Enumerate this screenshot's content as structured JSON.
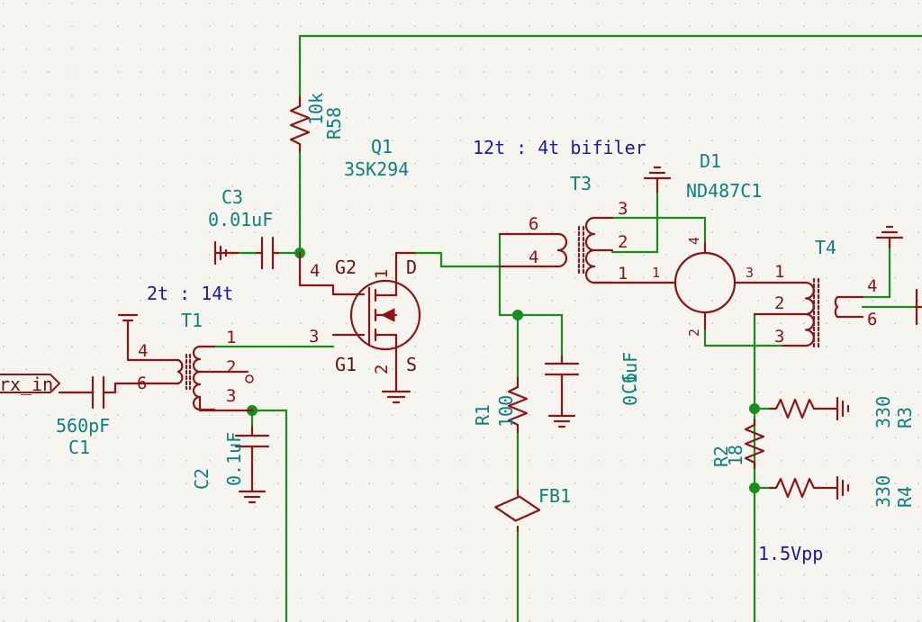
{
  "schematic": {
    "net_labels": {
      "rx_in": "rx_in",
      "ratio_t1": "2t : 14t",
      "ratio_t3": "12t : 4t bifiler",
      "level": "1.5Vpp"
    },
    "components": {
      "R58": {
        "ref": "R58",
        "value": "10k"
      },
      "Q1": {
        "ref": "Q1",
        "value": "3SK294",
        "pins": {
          "g2": "G2",
          "d": "D",
          "g1": "G1",
          "s": "S",
          "n4": "4",
          "n1": "1",
          "n3": "3",
          "n2": "2"
        }
      },
      "C3": {
        "ref": "C3",
        "value": "0.01uF"
      },
      "C1": {
        "ref": "C1",
        "value": "560pF"
      },
      "C2": {
        "ref": "C2",
        "value": "0.1uF"
      },
      "T1": {
        "ref": "T1",
        "pins": {
          "p4": "4",
          "p6": "6",
          "p1": "1",
          "p2": "2",
          "p3": "3"
        }
      },
      "T3": {
        "ref": "T3",
        "pins": {
          "p6": "6",
          "p4": "4",
          "p3": "3",
          "p2": "2",
          "p1": "1"
        }
      },
      "D1": {
        "ref": "D1",
        "value": "ND487C1",
        "pins": {
          "p4": "4",
          "p1": "1",
          "p3": "3",
          "p2": "2"
        }
      },
      "T4": {
        "ref": "T4",
        "pins": {
          "p1": "1",
          "p2": "2",
          "p3": "3",
          "p4": "4",
          "p6": "6"
        }
      },
      "R1": {
        "ref": "R1",
        "value": "100"
      },
      "C6": {
        "ref": "C6",
        "value": "0.1uF"
      },
      "FB1": {
        "ref": "FB1"
      },
      "R2": {
        "ref": "R2",
        "value": "18"
      },
      "R3": {
        "ref": "R3",
        "value": "330"
      },
      "R4": {
        "ref": "R4",
        "value": "330"
      },
      "C_partial": {
        "ref": "C",
        "value": ""
      }
    }
  },
  "colors": {
    "wire": "#1a8c1a",
    "component": "#8c1414",
    "reference_text": "#0f7f7f",
    "net_text": "#1a1aa0",
    "background": "#f5f4ef"
  }
}
